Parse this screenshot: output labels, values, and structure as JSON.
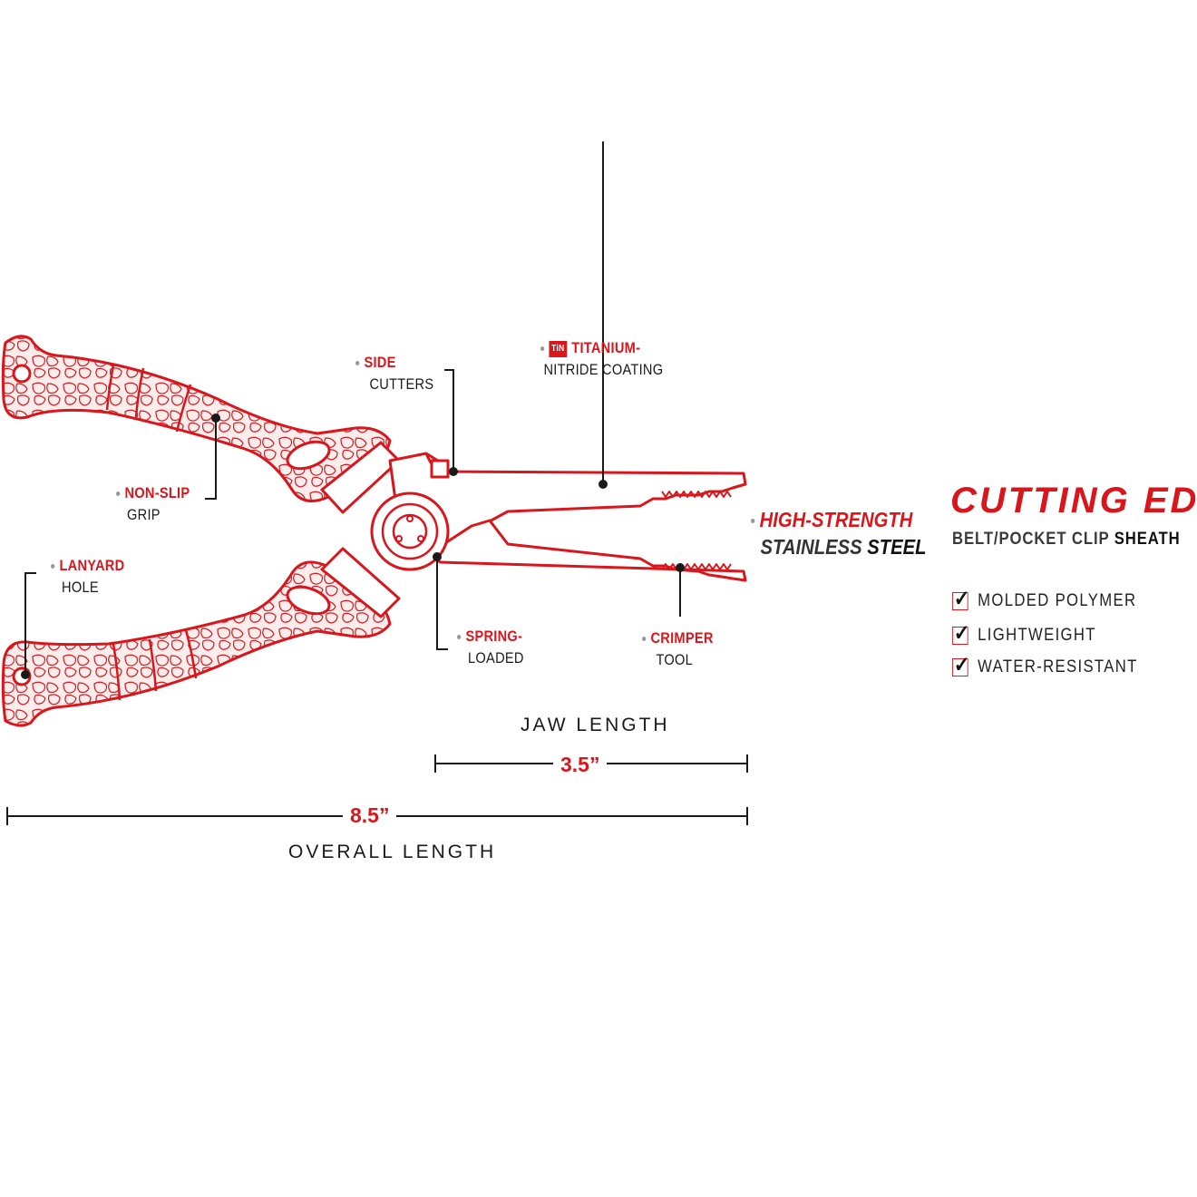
{
  "callouts": {
    "side_cutters": {
      "line1": "SIDE",
      "line2": "CUTTERS"
    },
    "titanium": {
      "badge": "TiN",
      "line1": "TITANIUM-",
      "line2": "NITRIDE COATING"
    },
    "non_slip": {
      "line1": "NON-SLIP",
      "line2": "GRIP"
    },
    "lanyard": {
      "line1": "LANYARD",
      "line2": "HOLE"
    },
    "spring": {
      "line1": "SPRING-",
      "line2": "LOADED"
    },
    "crimper": {
      "line1": "CRIMPER",
      "line2": "TOOL"
    },
    "steel": {
      "line1": "HIGH-STRENGTH",
      "line2a": "STAINLESS",
      "line2b": "STEEL"
    }
  },
  "dimensions": {
    "jaw_label": "JAW LENGTH",
    "jaw_value": "3.5”",
    "overall_value": "8.5”",
    "overall_label": "OVERALL LENGTH"
  },
  "brand": {
    "title": "CUTTING EDGE",
    "subtitle_a": "BELT/POCKET CLIP",
    "subtitle_b": "SHEATH",
    "features": [
      "MOLDED POLYMER",
      "LIGHTWEIGHT",
      "WATER-RESISTANT"
    ]
  },
  "colors": {
    "accent": "#d9161c",
    "text": "#1a1a1a",
    "bullet": "#9a9a9a"
  }
}
